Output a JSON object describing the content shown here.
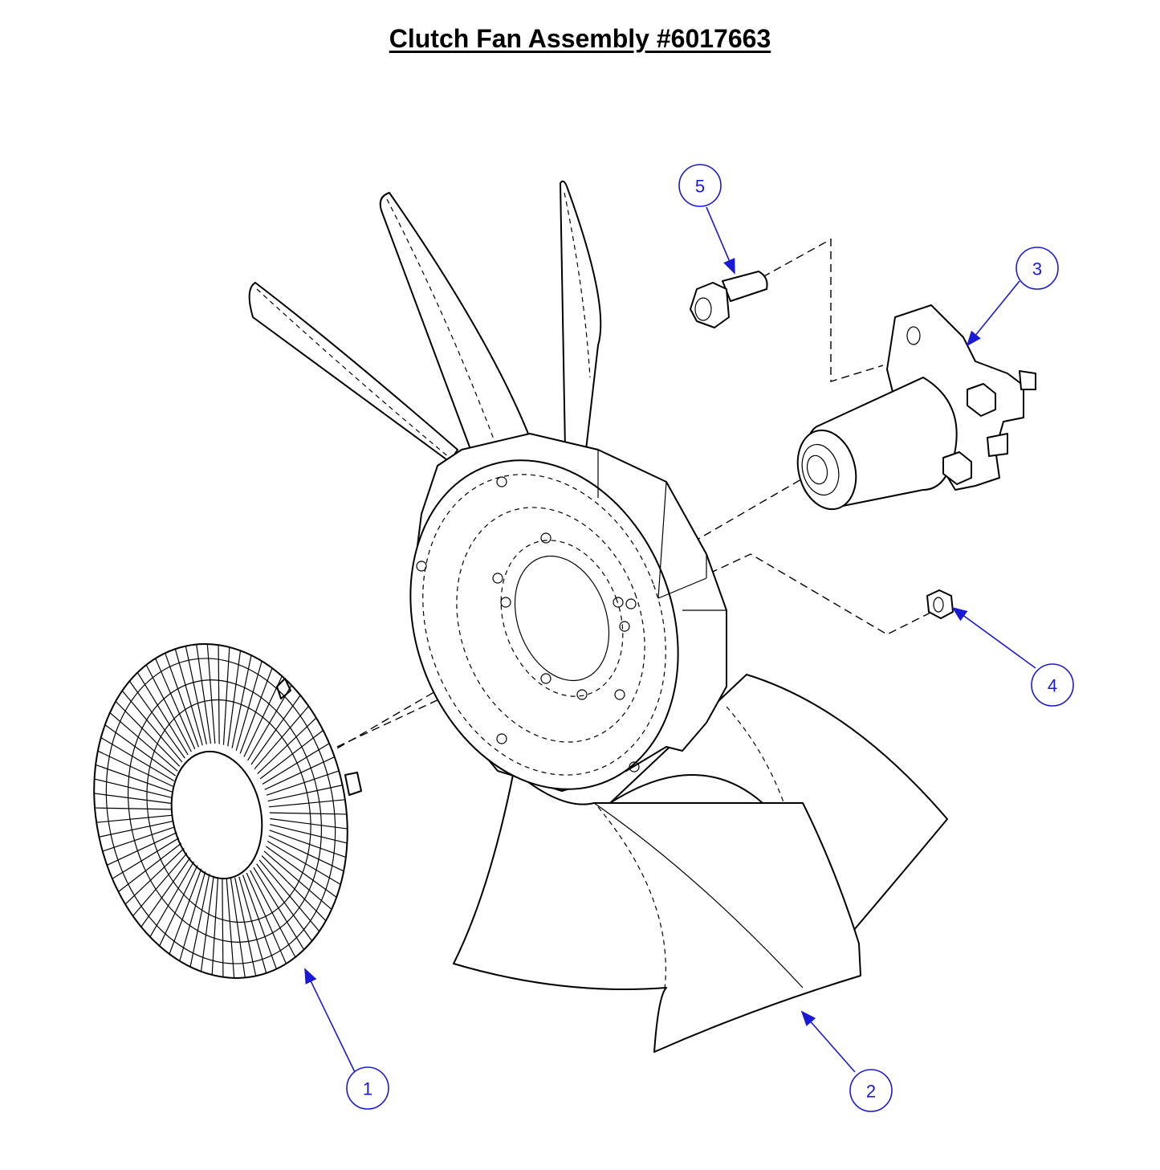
{
  "title": "Clutch Fan Assembly #6017663",
  "callouts": [
    {
      "id": "1",
      "label": "1"
    },
    {
      "id": "2",
      "label": "2"
    },
    {
      "id": "3",
      "label": "3"
    },
    {
      "id": "4",
      "label": "4"
    },
    {
      "id": "5",
      "label": "5"
    }
  ],
  "colors": {
    "callout": "#1a1ad6",
    "linework": "#000000",
    "background": "#ffffff"
  }
}
